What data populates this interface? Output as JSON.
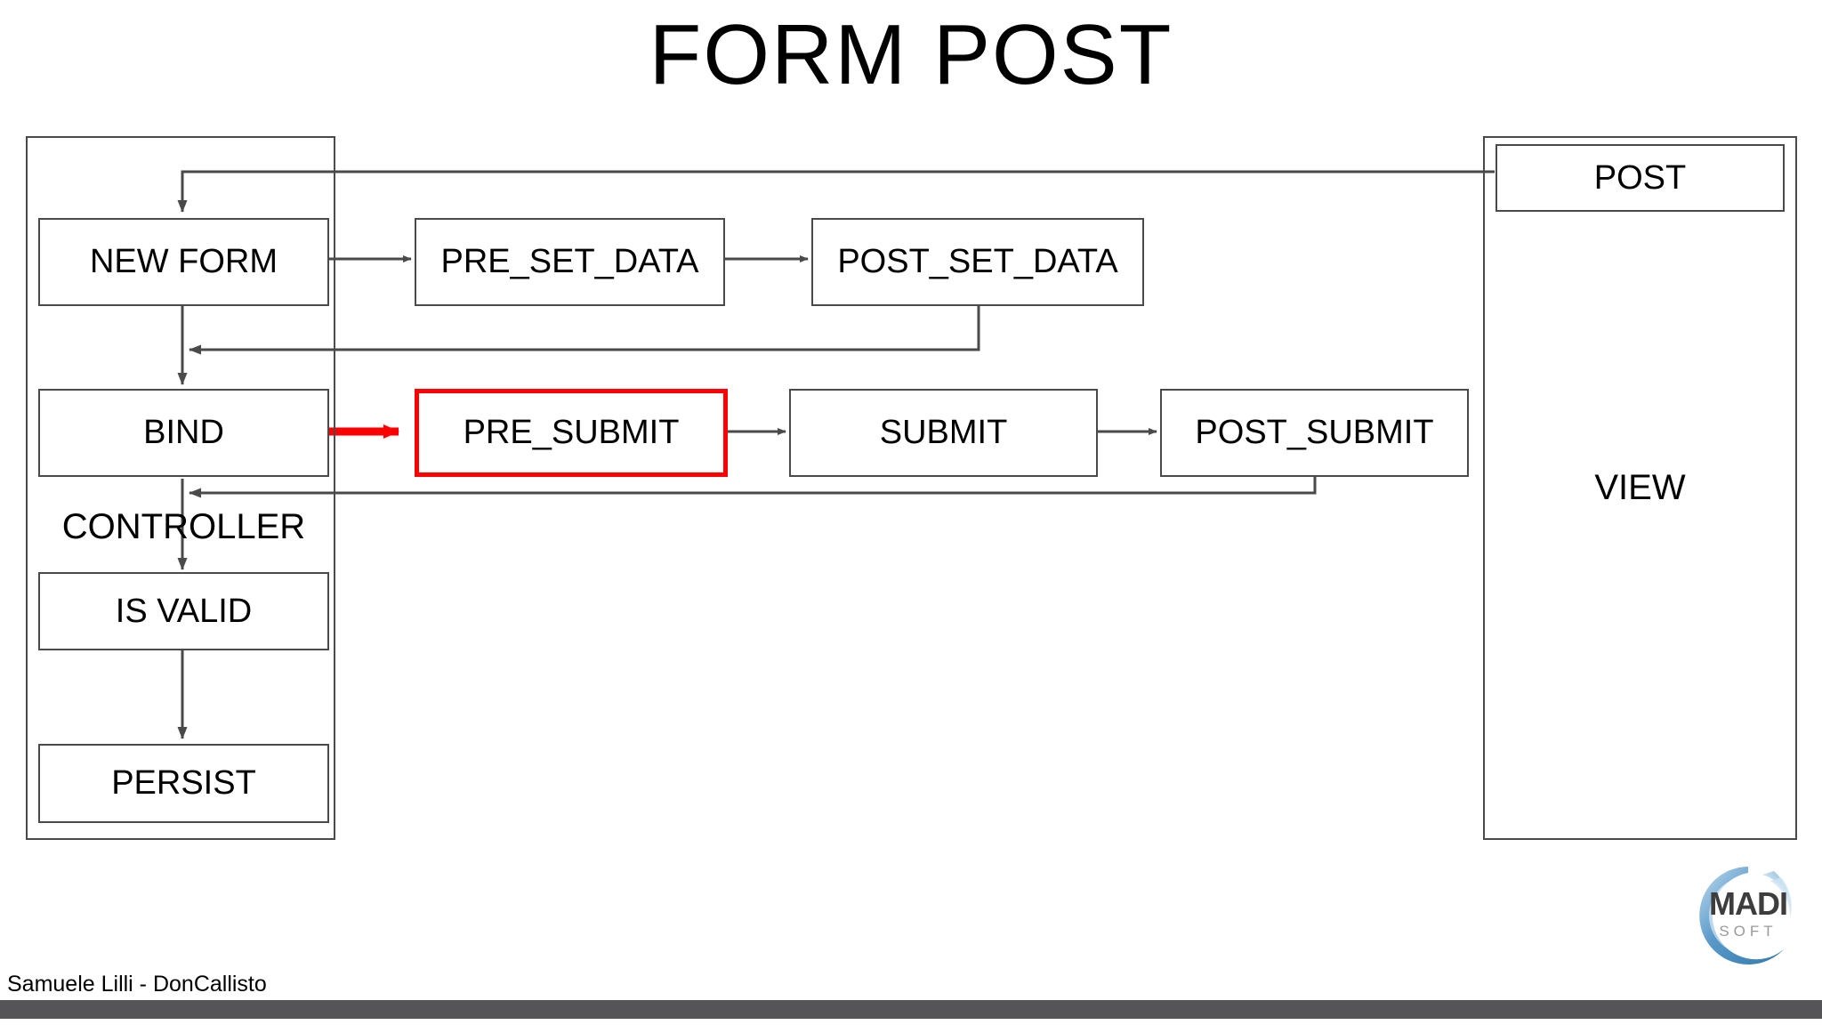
{
  "slide": {
    "title": "FORM POST",
    "background_color": "#ffffff",
    "highlight_color": "#ff0000",
    "line_color": "#4a4a4a",
    "footer_bar_color": "#555558"
  },
  "diagram": {
    "controller_frame_label": "CONTROLLER",
    "view_frame_label": "VIEW",
    "nodes": [
      {
        "id": "new-form",
        "label": "NEW FORM"
      },
      {
        "id": "pre-set-data",
        "label": "PRE_SET_DATA"
      },
      {
        "id": "post-set-data",
        "label": "POST_SET_DATA"
      },
      {
        "id": "bind",
        "label": "BIND"
      },
      {
        "id": "pre-submit",
        "label": "PRE_SUBMIT",
        "highlighted": true
      },
      {
        "id": "submit",
        "label": "SUBMIT"
      },
      {
        "id": "post-submit",
        "label": "POST_SUBMIT"
      },
      {
        "id": "is-valid",
        "label": "IS VALID"
      },
      {
        "id": "persist",
        "label": "PERSIST"
      },
      {
        "id": "post",
        "label": "POST"
      }
    ]
  },
  "footer": {
    "credit": "Samuele Lilli - DonCallisto"
  },
  "logo": {
    "name": "madi-soft-logo",
    "main_text": "MADI",
    "sub_text": "SOFT",
    "accent_color": "#4a90c4"
  }
}
